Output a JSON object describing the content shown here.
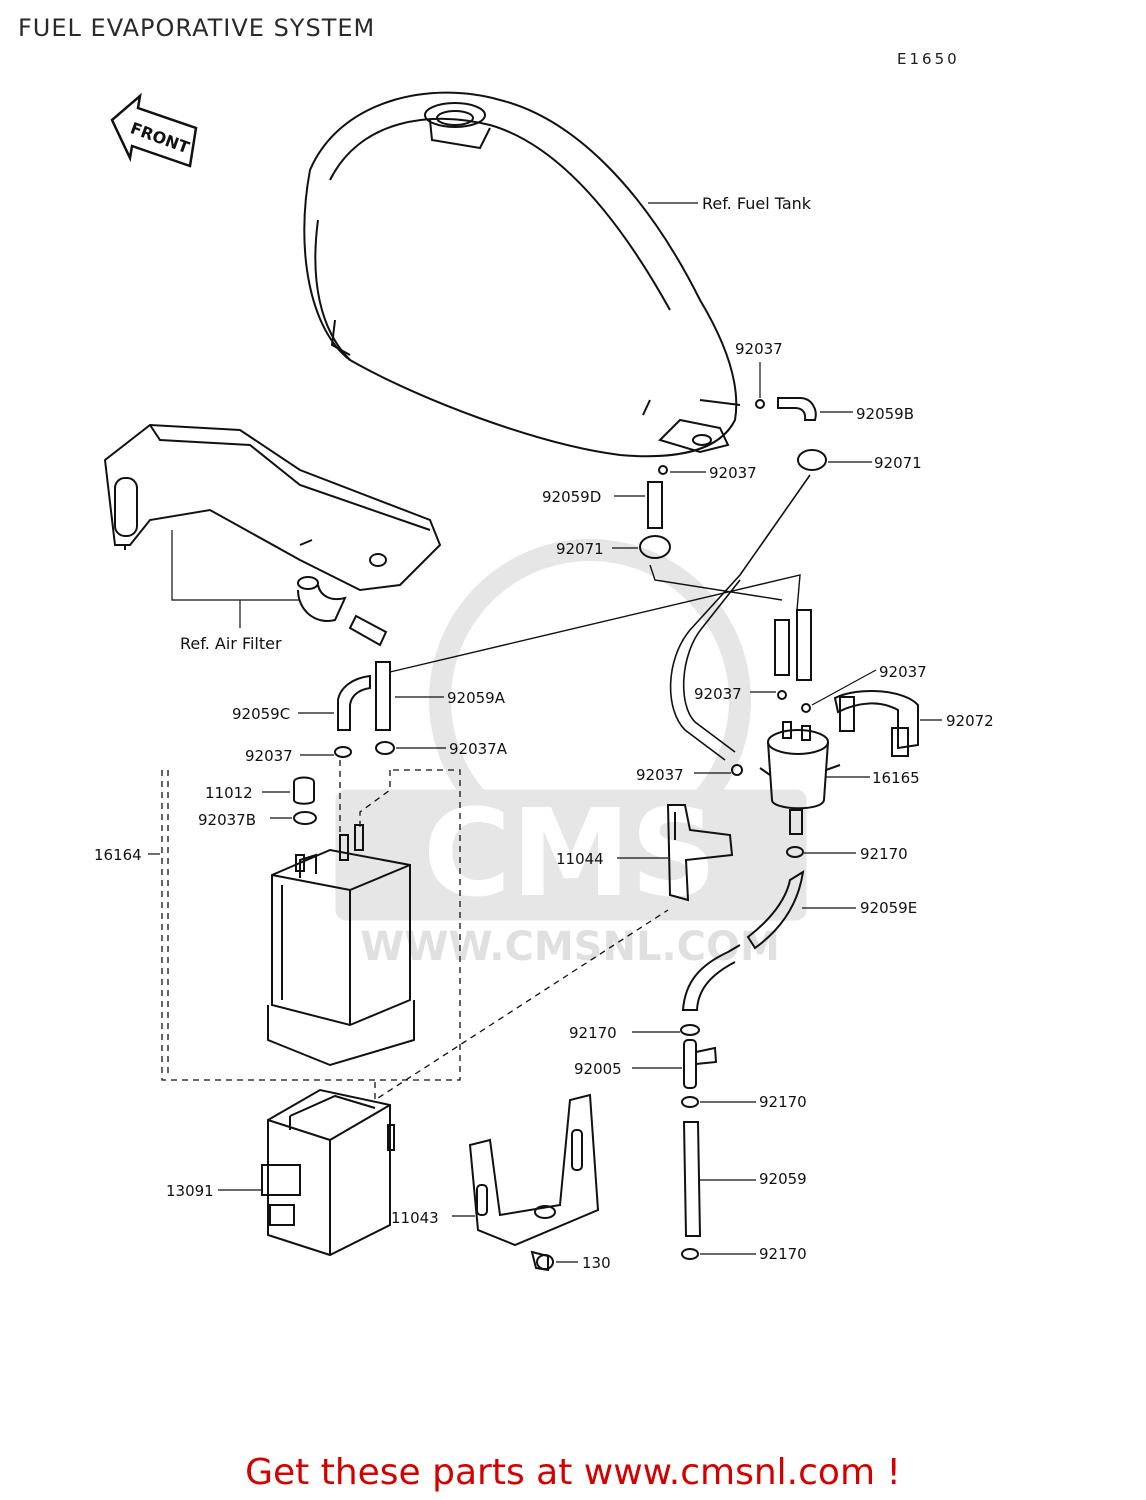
{
  "title": "FUEL EVAPORATIVE SYSTEM",
  "diagram_code": "E1650",
  "front_arrow": "FRONT",
  "watermark": {
    "brand": "CMS",
    "url": "WWW.CMSNL.COM"
  },
  "promo": "Get these parts at www.cmsnl.com !",
  "labels": {
    "ref_fuel_tank": "Ref. Fuel Tank",
    "ref_air_filter": "Ref. Air Filter",
    "p92037_top": "92037",
    "p92059B": "92059B",
    "p92037_tank": "92037",
    "p92071_right": "92071",
    "p92059D": "92059D",
    "p92071_left": "92071",
    "p92059A": "92059A",
    "p92059C": "92059C",
    "p92037_left": "92037",
    "p92037A": "92037A",
    "p11012": "11012",
    "p92037B": "92037B",
    "p16164": "16164",
    "p92037_filter": "92037",
    "p92037_right": "92037",
    "p92072": "92072",
    "p92037_lower": "92037",
    "p16165": "16165",
    "p11044": "11044",
    "p92170_a": "92170",
    "p92059E": "92059E",
    "p92170_b": "92170",
    "p92005": "92005",
    "p92170_c": "92170",
    "p13091": "13091",
    "p92059": "92059",
    "p11043": "11043",
    "p130": "130",
    "p92170_d": "92170"
  }
}
